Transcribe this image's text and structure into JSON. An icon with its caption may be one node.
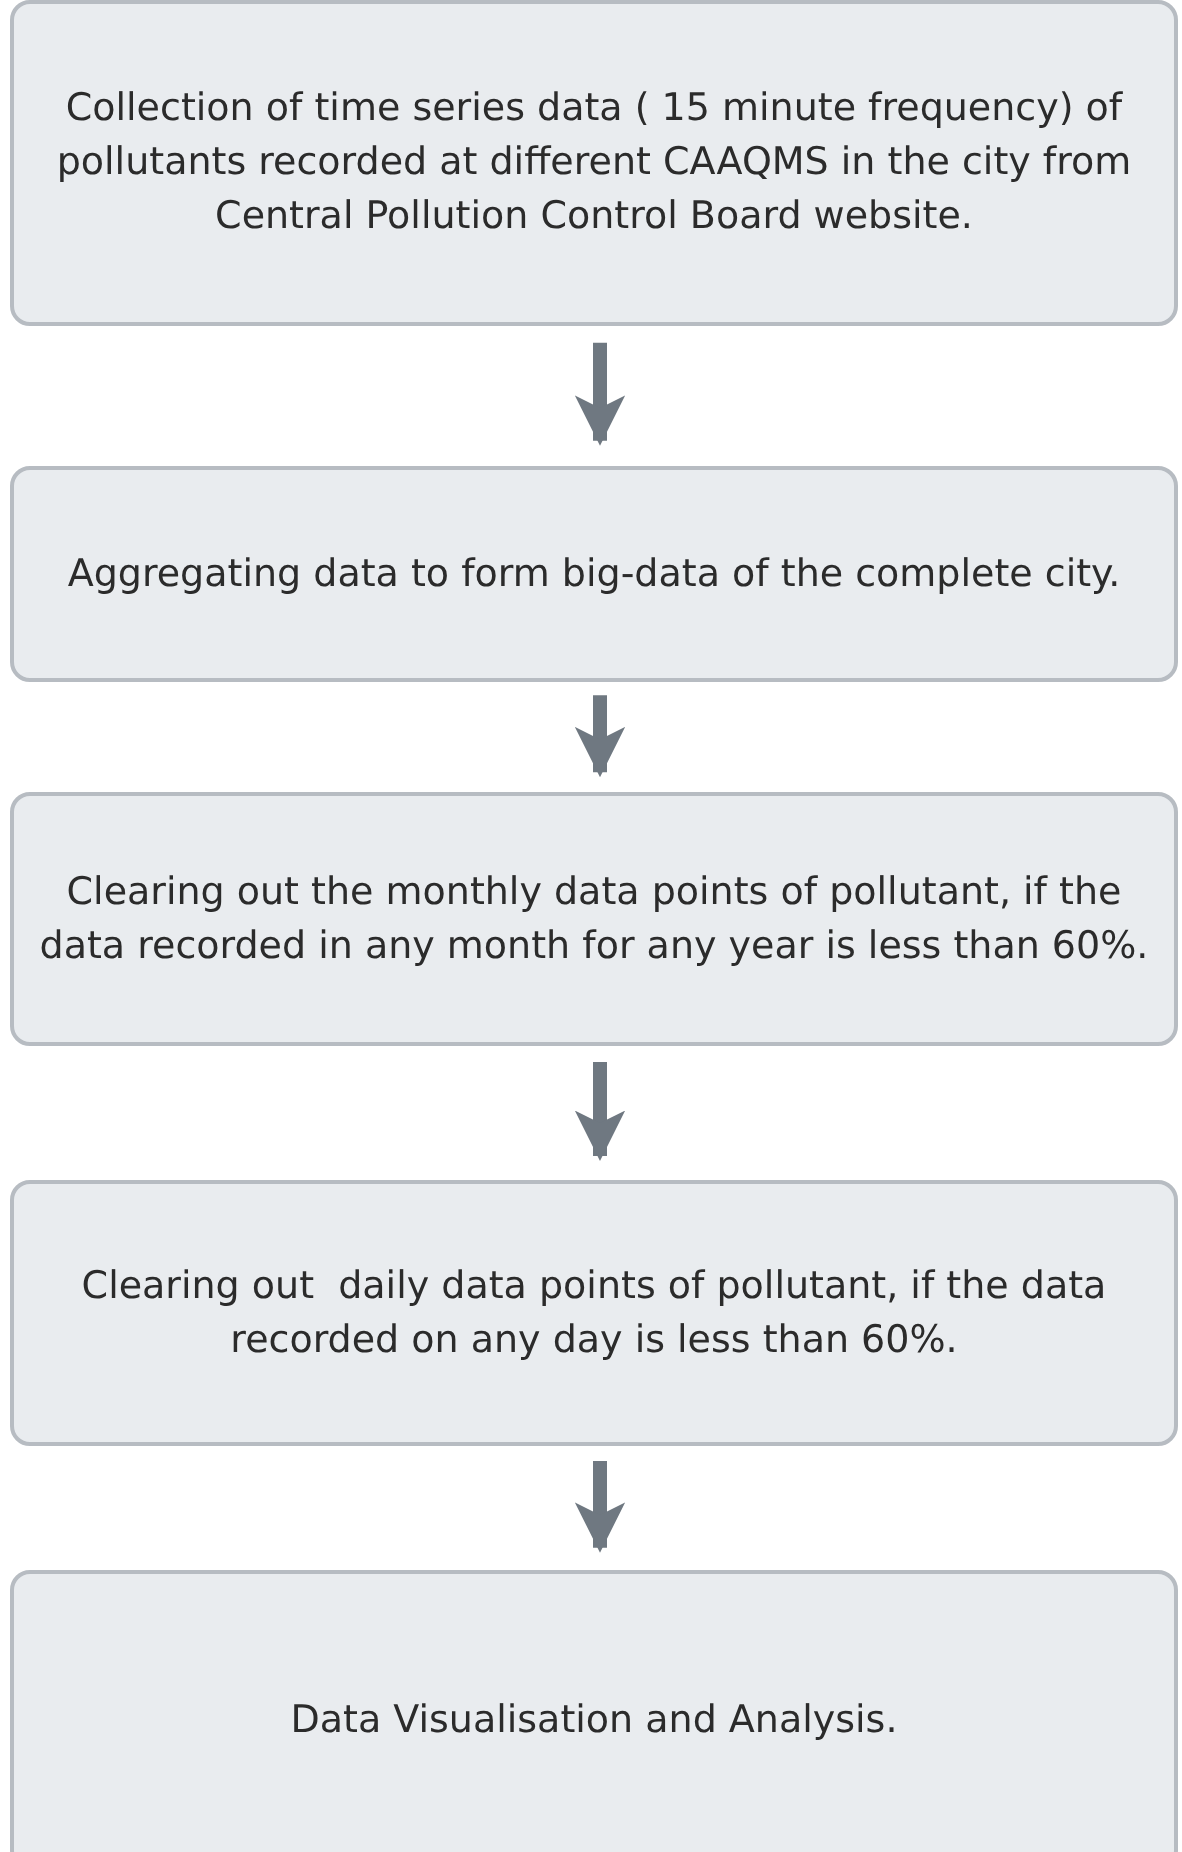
{
  "diagram": {
    "nodes": [
      {
        "text": [
          "Collection of time series data ( 15 minute frequency) of pollutants recorded at different CAAQMS in the city from Central Pollution Control Board website."
        ]
      },
      {
        "text": [
          "Aggregating data to form big-data of the complete city."
        ]
      },
      {
        "text": [
          "Clearing out the monthly data points of pollutant, if the data recorded in any month for any year is less than 60%."
        ]
      },
      {
        "text": [
          "Clearing out  daily data points of pollutant, if the data recorded on any day is less than 60%."
        ]
      },
      {
        "text": [
          "Data Visualisation and Analysis."
        ]
      }
    ],
    "edges": [
      {
        "from": 0,
        "to": 1,
        "arrow": "to"
      },
      {
        "from": 1,
        "to": 2,
        "arrow": "to"
      },
      {
        "from": 2,
        "to": 3,
        "arrow": "to"
      },
      {
        "from": 3,
        "to": 4,
        "arrow": "to"
      }
    ]
  }
}
